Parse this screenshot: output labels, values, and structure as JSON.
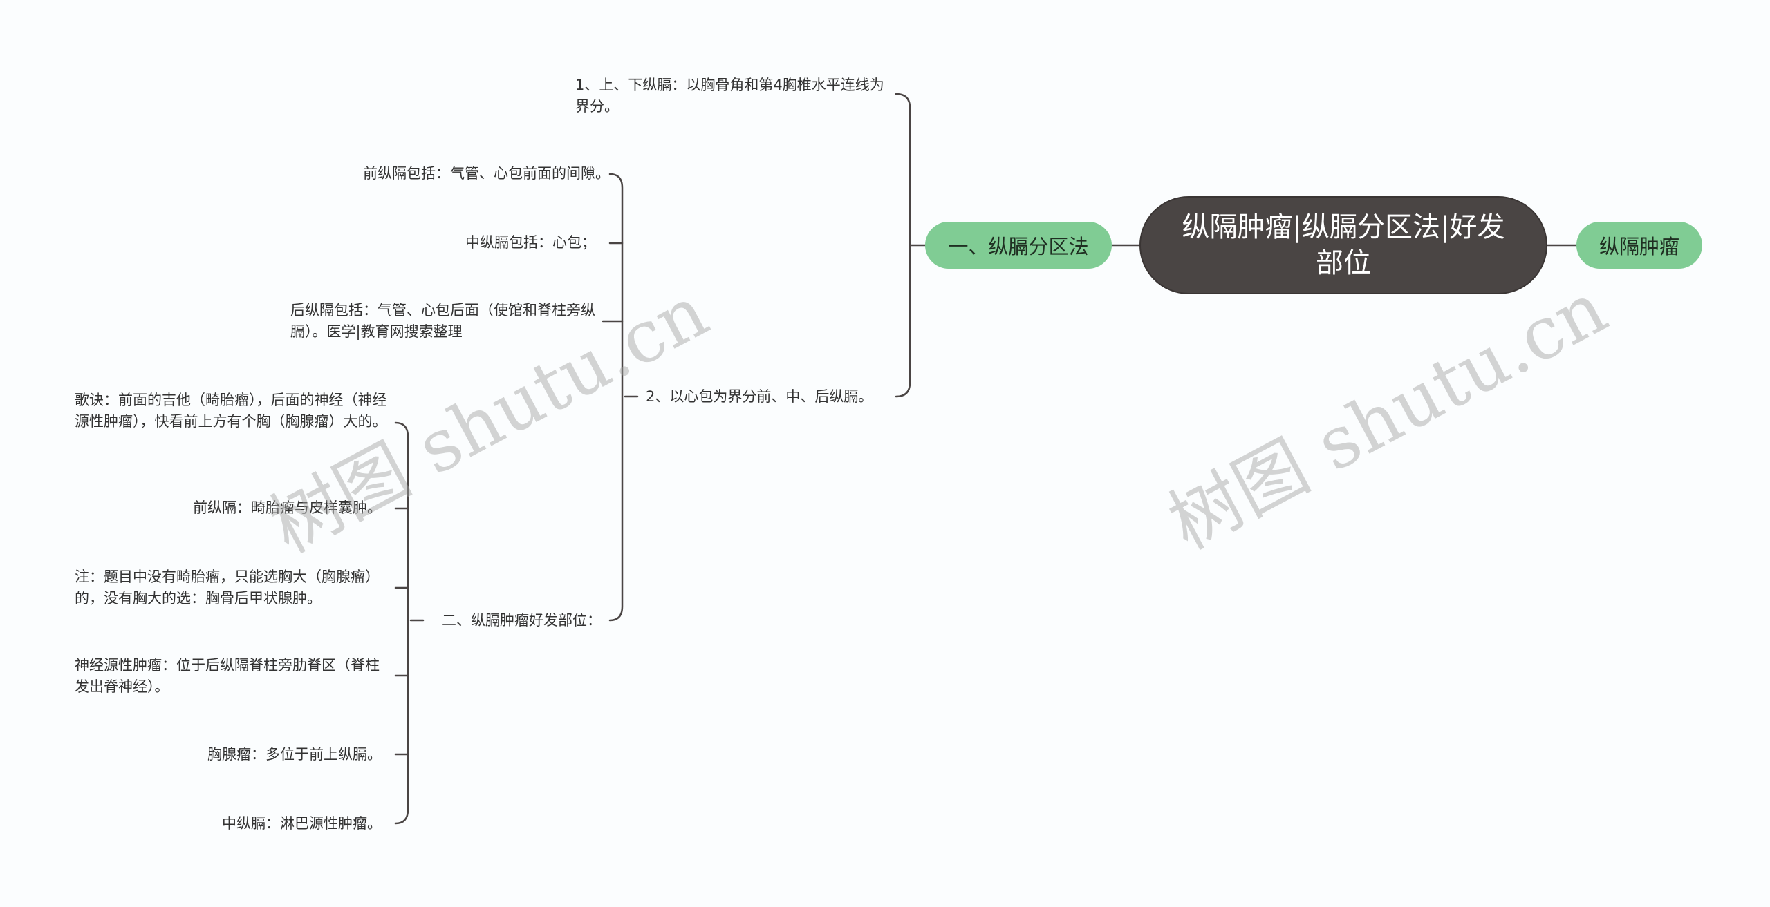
{
  "root": {
    "title": "纵隔肿瘤|纵膈分区法|好发部位"
  },
  "right_branch": {
    "label": "纵隔肿瘤"
  },
  "left_branch": {
    "label": "一、纵膈分区法"
  },
  "level2": {
    "item1": "1、上、下纵膈：以胸骨角和第4胸椎水平连线为界分。",
    "item2": "2、以心包为界分前、中、后纵膈。"
  },
  "level3": {
    "front": "前纵隔包括：气管、心包前面的间隙。",
    "middle": "中纵膈包括：心包；",
    "back": "后纵隔包括：气管、心包后面（使馆和脊柱旁纵膈）。医学|教育网搜索整理",
    "sites": "二、纵膈肿瘤好发部位："
  },
  "level4": {
    "mnemonic": "歌诀：前面的吉他（畸胎瘤），后面的神经（神经源性肿瘤），快看前上方有个胸（胸腺瘤）大的。",
    "front": "前纵隔：畸胎瘤与皮样囊肿。",
    "note": "注：题目中没有畸胎瘤，只能选胸大（胸腺瘤）的，没有胸大的选：胸骨后甲状腺肿。",
    "neuro": "神经源性肿瘤：位于后纵隔脊柱旁肋脊区（脊柱发出脊神经）。",
    "thymoma": "胸腺瘤：多位于前上纵膈。",
    "middle": "中纵膈：淋巴源性肿瘤。"
  },
  "watermark": {
    "text": "树图 shutu.cn"
  },
  "colors": {
    "root_bg": "#4a4544",
    "branch_bg": "#80cc94",
    "line": "#4a4544",
    "background": "#fbfdfe"
  }
}
